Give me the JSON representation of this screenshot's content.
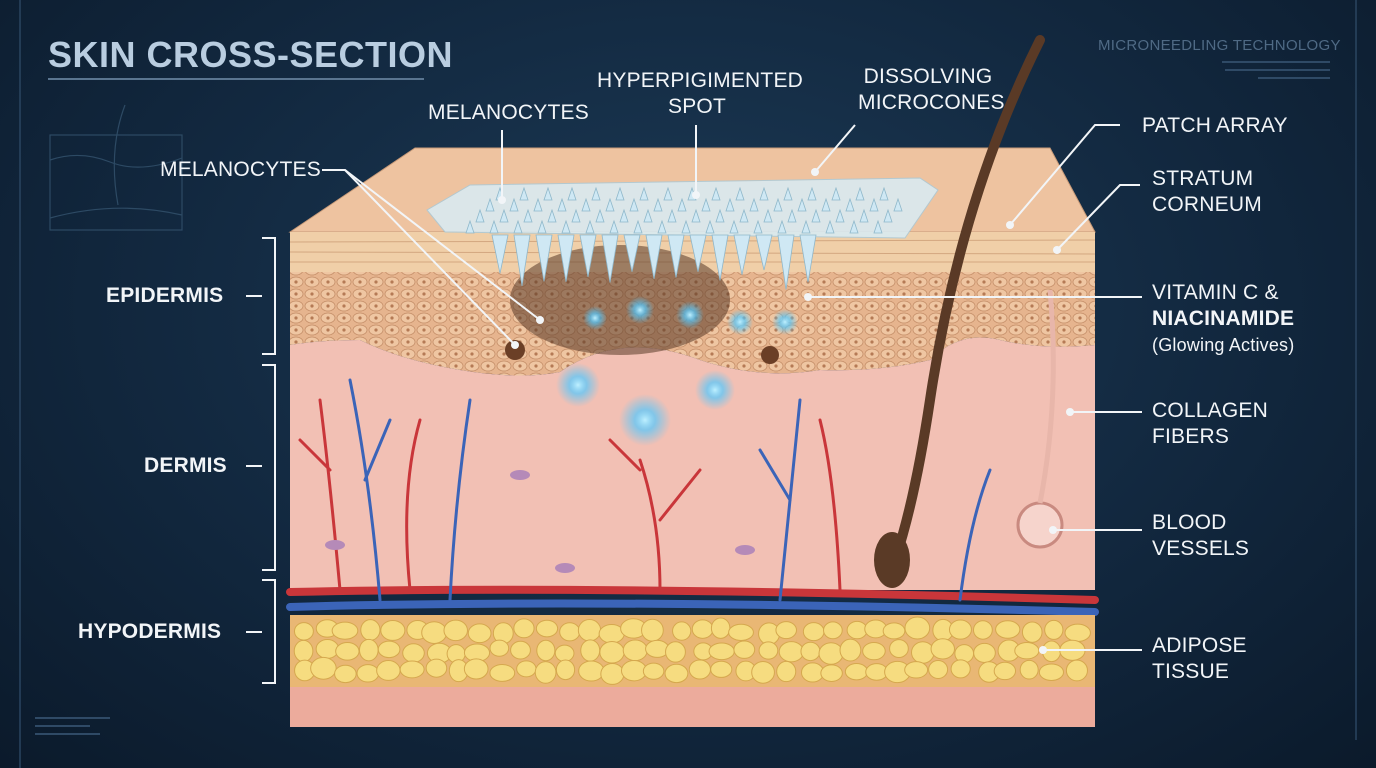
{
  "title": "SKIN CROSS-SECTION",
  "subtitle": "MICRONEEDLING TECHNOLOGY",
  "layers": {
    "epidermis": "EPIDERMIS",
    "dermis": "DERMIS",
    "hypodermis": "HYPODERMIS"
  },
  "callouts": {
    "melanocytes_left": "MELANOCYTES",
    "melanocytes_top": "MELANOCYTES",
    "hyperpigmented_line1": "HYPERPIGIMENTED",
    "hyperpigmented_line2": "SPOT",
    "dissolving_line1": "DISSOLVING",
    "dissolving_line2": "MICROCONES",
    "patch_array": "PATCH ARRAY",
    "stratum_line1": "STRATUM",
    "stratum_line2": "CORNEUM",
    "vitamin_line1": "VITAMIN C &",
    "vitamin_line2": "NIACINAMIDE",
    "vitamin_line3": "(Glowing Actives)",
    "collagen_line1": "COLLAGEN",
    "collagen_line2": "FIBERS",
    "blood_line1": "BLOOD",
    "blood_line2": "VESSELS",
    "adipose_line1": "ADIPOSE",
    "adipose_line2": "TISSUE"
  },
  "colors": {
    "background": "#12283f",
    "epidermis": "#e8b894",
    "dermis": "#f2c0b4",
    "fat": "#f3d77a",
    "artery": "#c9363a",
    "vein": "#3b64b8",
    "actives_glow": "#52c8ff"
  }
}
